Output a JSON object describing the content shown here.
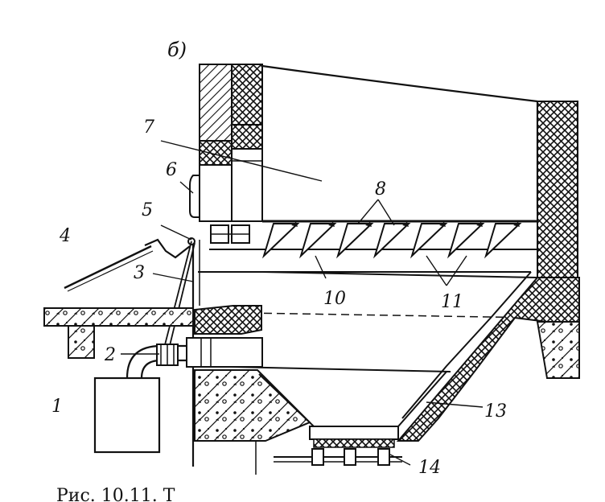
{
  "figure": {
    "panel_label": "б)",
    "caption": "Рис. 10.11. Т"
  },
  "labels": {
    "l1": "1",
    "l2": "2",
    "l3": "3",
    "l4": "4",
    "l5": "5",
    "l6": "6",
    "l7": "7",
    "l8": "8",
    "l10": "10",
    "l11": "11",
    "l13": "13",
    "l14": "14"
  },
  "colors": {
    "ink": "#111111",
    "paper": "#ffffff"
  }
}
